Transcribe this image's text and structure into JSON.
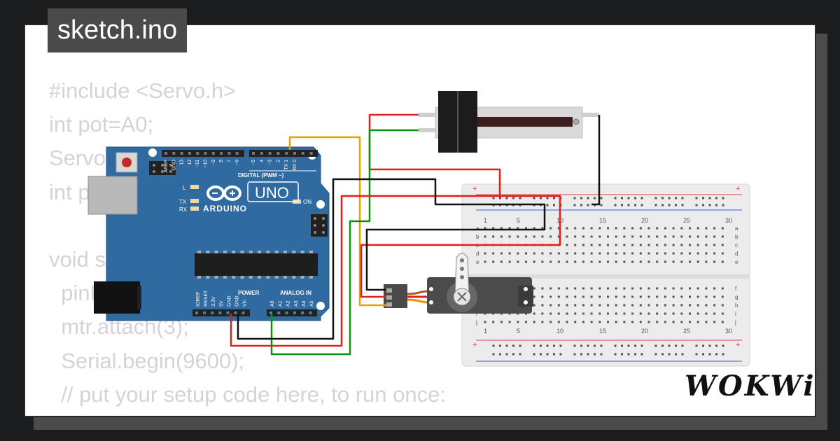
{
  "window": {
    "title": "sketch.ino"
  },
  "code_lines": [
    "#include <Servo.h>",
    "int pot=A0;",
    "Servo mtr;",
    "int pos;",
    "",
    "void setup() {",
    "  pinMode(pot, INPUT);",
    "  mtr.attach(3);",
    "  Serial.begin(9600);",
    "  // put your setup code here, to run once:"
  ],
  "arduino": {
    "brand": "ARDUINO",
    "model": "UNO",
    "digital_label": "DIGITAL (PWM ~)",
    "power_label": "POWER",
    "analog_label": "ANALOG IN",
    "led_l": "L",
    "led_tx": "TX",
    "led_rx": "RX",
    "led_on": "ON",
    "digital_pins": [
      "AREF",
      "GND",
      "13",
      "12",
      "~11",
      "~10",
      "~9",
      "8",
      "7",
      "~6",
      "~5",
      "4",
      "~3",
      "2",
      "TX 1",
      "RX 0"
    ],
    "power_pins": [
      "IOREF",
      "RESET",
      "3.3V",
      "5V",
      "GND",
      "GND",
      "Vin"
    ],
    "analog_pins": [
      "A0",
      "A1",
      "A2",
      "A3",
      "A4",
      "A5"
    ]
  },
  "breadboard": {
    "col_numbers": [
      "1",
      "5",
      "10",
      "15",
      "20",
      "25",
      "30"
    ],
    "rows_top": [
      "a",
      "b",
      "c",
      "d",
      "e"
    ],
    "rows_bottom": [
      "f",
      "g",
      "h",
      "i",
      "j"
    ],
    "rail_plus": "+",
    "rail_minus": "−"
  },
  "branding": {
    "logo": "WOKWi"
  },
  "colors": {
    "board_blue": "#2f6aa0",
    "wire_red": "#e0201b",
    "wire_black": "#111111",
    "wire_green": "#109010",
    "wire_orange": "#f0a000",
    "code_text": "#d4d4d4",
    "title_bg": "#4a4a4a"
  }
}
